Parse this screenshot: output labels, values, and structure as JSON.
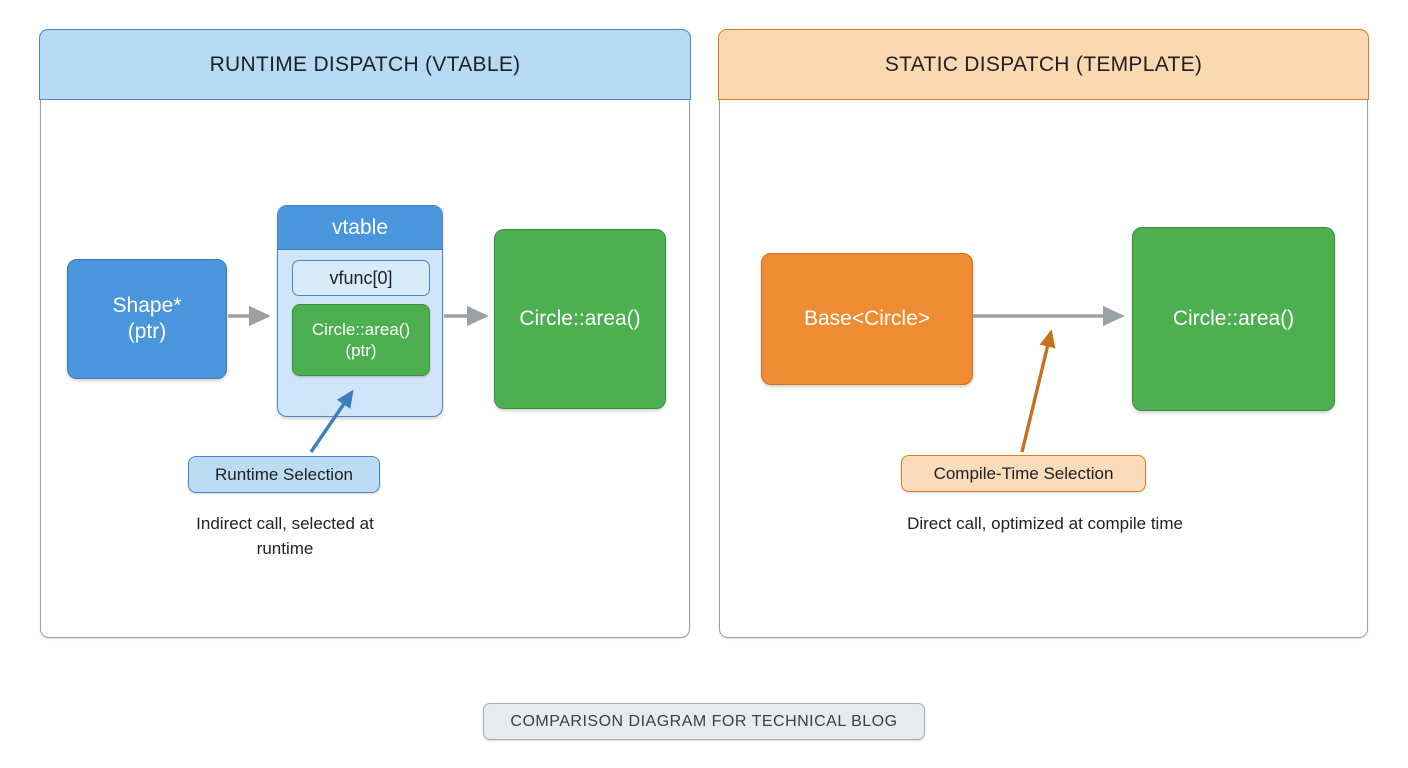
{
  "diagram": {
    "title_badge": "COMPARISON DIAGRAM FOR TECHNICAL BLOG",
    "colors": {
      "blue_fill": "#4a96dc",
      "blue_header": "#b6d9f4",
      "blue_border": "#4a86c5",
      "blue_light": "#cfe6fa",
      "blue_slot": "#d7ecfb",
      "callout_blue": "#bbdcf2",
      "orange_fill": "#ef8b33",
      "orange_header": "#fad8b0",
      "orange_border": "#d97e24",
      "callout_orange": "#fadcbc",
      "green_fill": "#4caf50",
      "green_border": "#3d8c41",
      "arrow_gray": "#9aa0a6",
      "panel_border": "#9aa0a6",
      "badge_fill": "#e8eaed",
      "text_dark": "#202124",
      "text_light": "#ffffff"
    }
  },
  "panels": [
    {
      "id": "runtime",
      "header": "RUNTIME DISPATCH (VTABLE)",
      "nodes": {
        "source": {
          "line1": "Shape*",
          "line2": "(ptr)"
        },
        "vtable": {
          "title": "vtable",
          "slot": "vfunc[0]",
          "fn_line1": "Circle::area()",
          "fn_line2": "(ptr)"
        },
        "target": {
          "line1": "Circle::area()"
        }
      },
      "callout": "Runtime Selection",
      "caption_line1": "Indirect call, selected at",
      "caption_line2": "runtime"
    },
    {
      "id": "static",
      "header": "STATIC DISPATCH (TEMPLATE)",
      "nodes": {
        "source": {
          "line1": "Base<Circle>"
        },
        "target": {
          "line1": "Circle::area()"
        }
      },
      "callout": "Compile-Time Selection",
      "caption_line1": "Direct call, optimized at compile time",
      "caption_line2": ""
    }
  ]
}
